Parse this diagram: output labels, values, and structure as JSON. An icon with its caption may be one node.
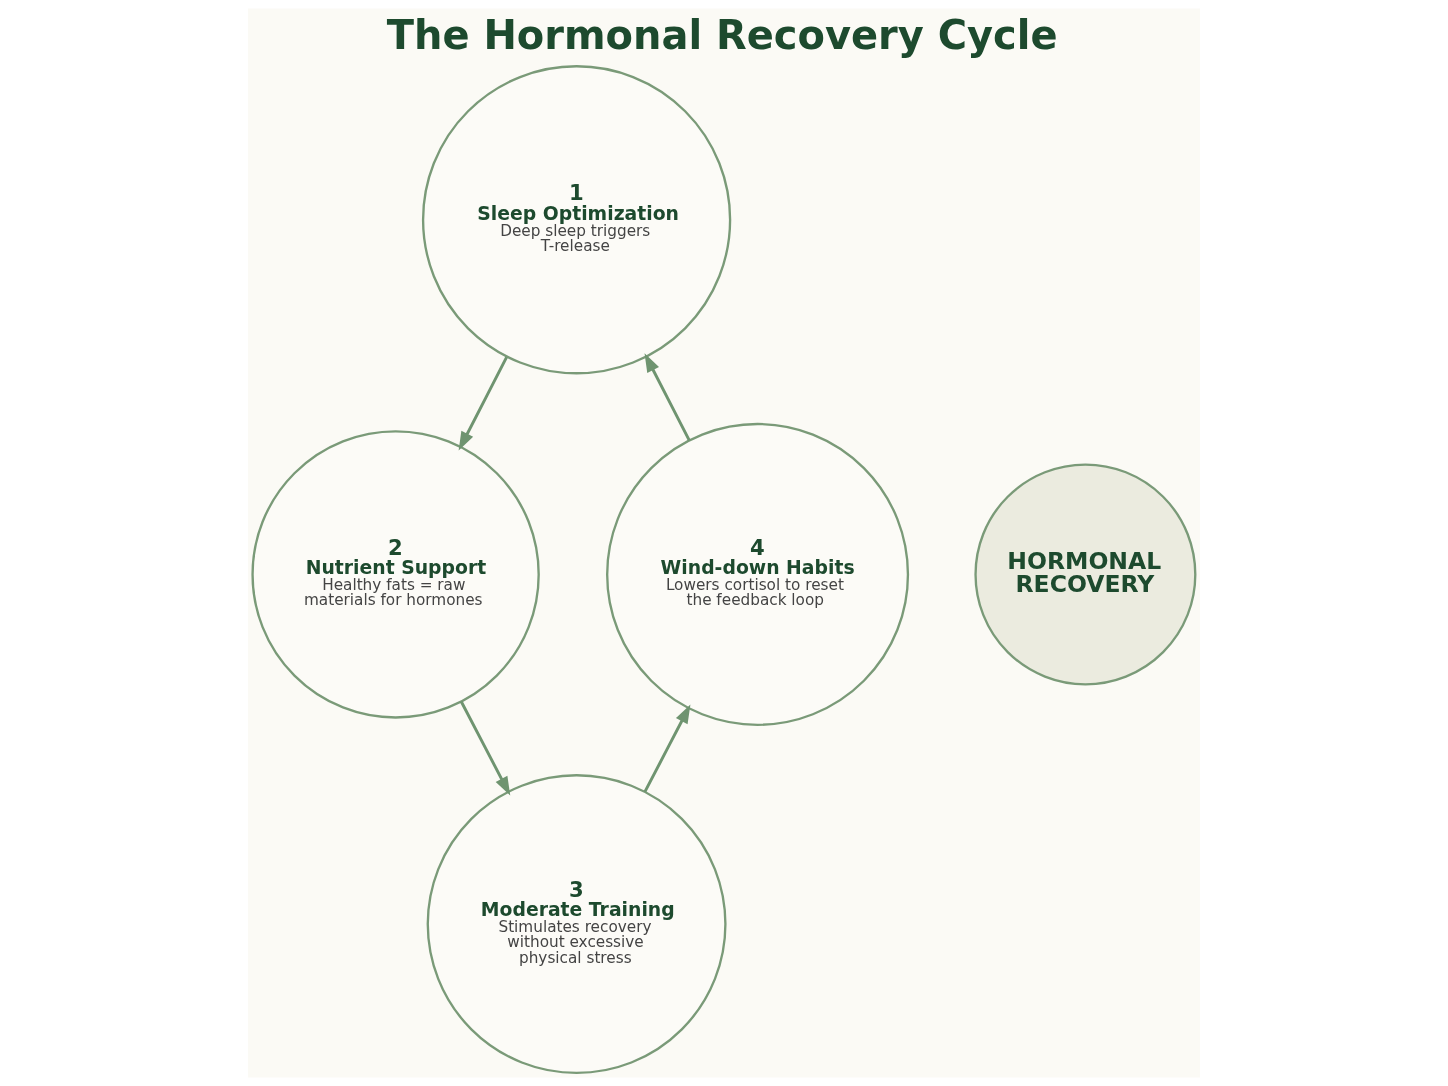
{
  "diagram": {
    "title": "The Hormonal Recovery Cycle",
    "nodes": [
      {
        "text": [
          "1",
          "Sleep Optimization",
          "Deep sleep triggers T-release"
        ]
      },
      {
        "text": [
          "2",
          "Nutrient Support",
          "Healthy fats = raw materials for hormones"
        ]
      },
      {
        "text": [
          "3",
          "Moderate Training",
          "Stimulates recovery without excessive physical stress"
        ]
      },
      {
        "text": [
          "4",
          "Wind-down Habits",
          "Lowers cortisol to reset the feedback loop"
        ]
      },
      {
        "text": [
          "HORMONAL RECOVERY"
        ]
      }
    ],
    "edges": [
      {
        "from": 0,
        "to": 1,
        "arrow": "to"
      },
      {
        "from": 1,
        "to": 2,
        "arrow": "to"
      },
      {
        "from": 2,
        "to": 3,
        "arrow": "to"
      },
      {
        "from": 3,
        "to": 0,
        "arrow": "to"
      }
    ]
  }
}
